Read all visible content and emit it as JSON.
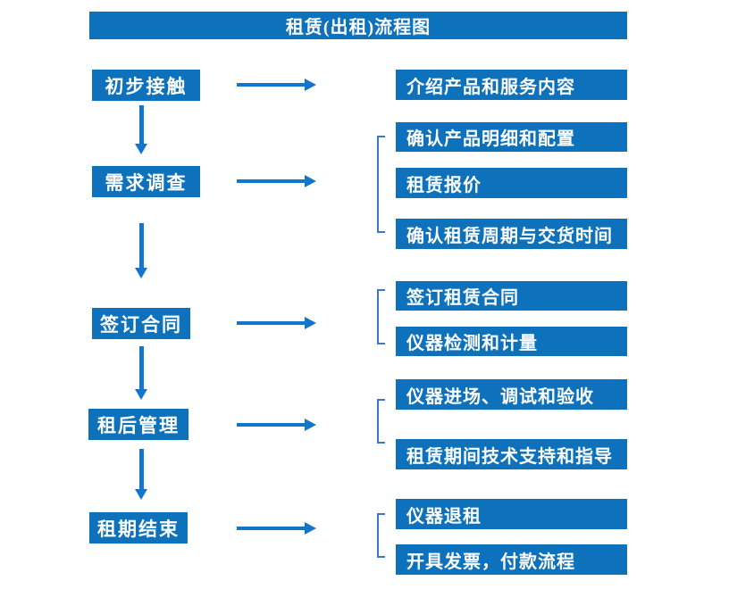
{
  "title": "租赁(出租)流程图",
  "colors": {
    "box_blue": "#0E71BC",
    "arrow_blue": "#1375CC",
    "bracket_blue": "#3C79C0",
    "text_white": "#FFFFFF",
    "background": "#FFFFFF"
  },
  "steps": [
    {
      "label": "初步接触",
      "details": [
        "介绍产品和服务内容"
      ]
    },
    {
      "label": "需求调查",
      "details": [
        "确认产品明细和配置",
        "租赁报价",
        "确认租赁周期与交货时间"
      ]
    },
    {
      "label": "签订合同",
      "details": [
        "签订租赁合同",
        "仪器检测和计量"
      ]
    },
    {
      "label": "租后管理",
      "details": [
        "仪器进场、调试和验收",
        "租赁期间技术支持和指导"
      ]
    },
    {
      "label": "租期结束",
      "details": [
        "仪器退租",
        "开具发票，付款流程"
      ]
    }
  ]
}
